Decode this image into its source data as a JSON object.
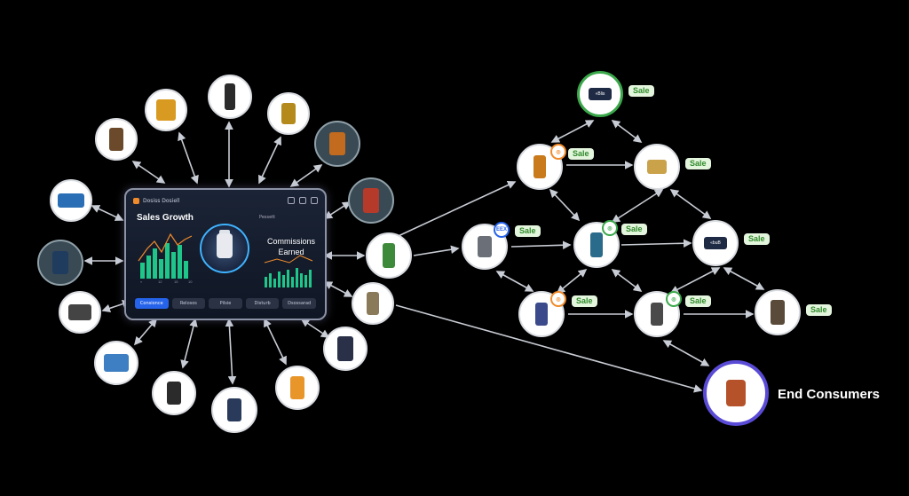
{
  "dashboard": {
    "app_title": "Dosiss Dosiell",
    "sales_title": "Sales Growth",
    "param_label": "Pessett",
    "commissions_label": "Commissions Earned",
    "axis_ticks": [
      "«",
      "12",
      "15",
      "10"
    ],
    "tabs": [
      "Consionce",
      "Relosos",
      "Pilsie",
      "Disturb",
      "Dsossarad"
    ],
    "accent": "#2563eb",
    "ring_color": "#3fb3ff",
    "bar_color": "#1fc68a"
  },
  "network": {
    "sale_label": "Sale",
    "end_consumers_label": "End Consumers",
    "top_node_label": "«Blis",
    "right_node_label": "«buB",
    "badge_text_1": "EEX",
    "green_ring": "#3aa84a",
    "sale_badge_bg": "#e3f5dd",
    "sale_badge_fg": "#2f8a2a",
    "orange_badge": "#f08a2a",
    "end_ring": "#5a4bd6"
  },
  "icons": {
    "product": "product-bottle-icon",
    "arrow": "arrow-icon"
  }
}
